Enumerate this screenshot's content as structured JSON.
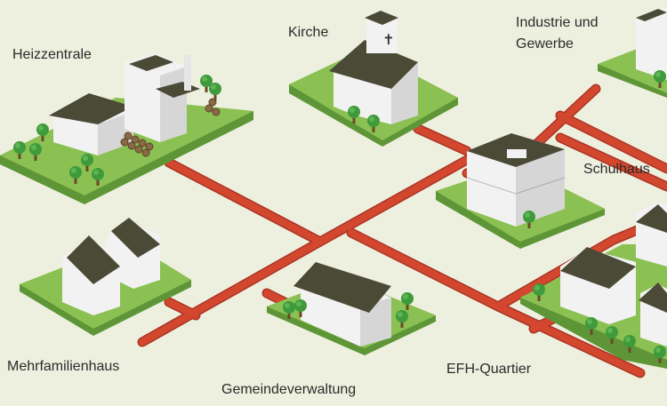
{
  "labels": {
    "heizzentrale": "Heizzentrale",
    "kirche": "Kirche",
    "industrie_line1": "Industrie und",
    "industrie_line2": "Gewerbe",
    "schulhaus": "Schulhaus",
    "mehrfamilienhaus": "Mehrfamilienhaus",
    "gemeindeverwaltung": "Gemeindeverwaltung",
    "efh_quartier": "EFH-Quartier"
  },
  "colors": {
    "background": "#eef0df",
    "pipe": "#d4472f",
    "pipe_dark": "#a93424",
    "grass_top": "#8bc152",
    "grass_side": "#5e9637",
    "roof": "#4a4a37",
    "wall": "#f2f2f2",
    "wall_shade": "#d6d6d6",
    "tree": "#3f9a3c"
  }
}
